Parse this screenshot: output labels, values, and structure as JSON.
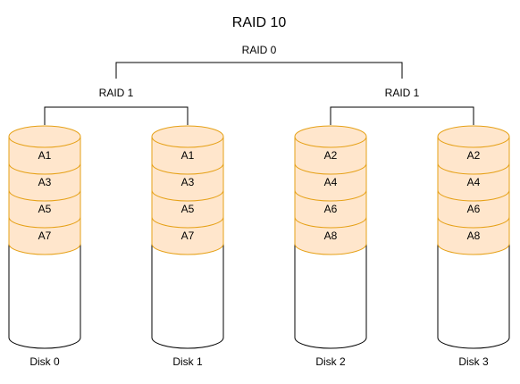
{
  "title": "RAID 10",
  "raid0_label": "RAID 0",
  "mirrors": [
    {
      "label": "RAID 1"
    },
    {
      "label": "RAID 1"
    }
  ],
  "disks": [
    {
      "label": "Disk 0",
      "blocks": [
        "A1",
        "A3",
        "A5",
        "A7"
      ]
    },
    {
      "label": "Disk 1",
      "blocks": [
        "A1",
        "A3",
        "A5",
        "A7"
      ]
    },
    {
      "label": "Disk 2",
      "blocks": [
        "A2",
        "A4",
        "A6",
        "A8"
      ]
    },
    {
      "label": "Disk 3",
      "blocks": [
        "A2",
        "A4",
        "A6",
        "A8"
      ]
    }
  ],
  "colors": {
    "block_fill": "#FFE6CC",
    "block_stroke": "#E6A117",
    "disk_stroke": "#000000"
  }
}
